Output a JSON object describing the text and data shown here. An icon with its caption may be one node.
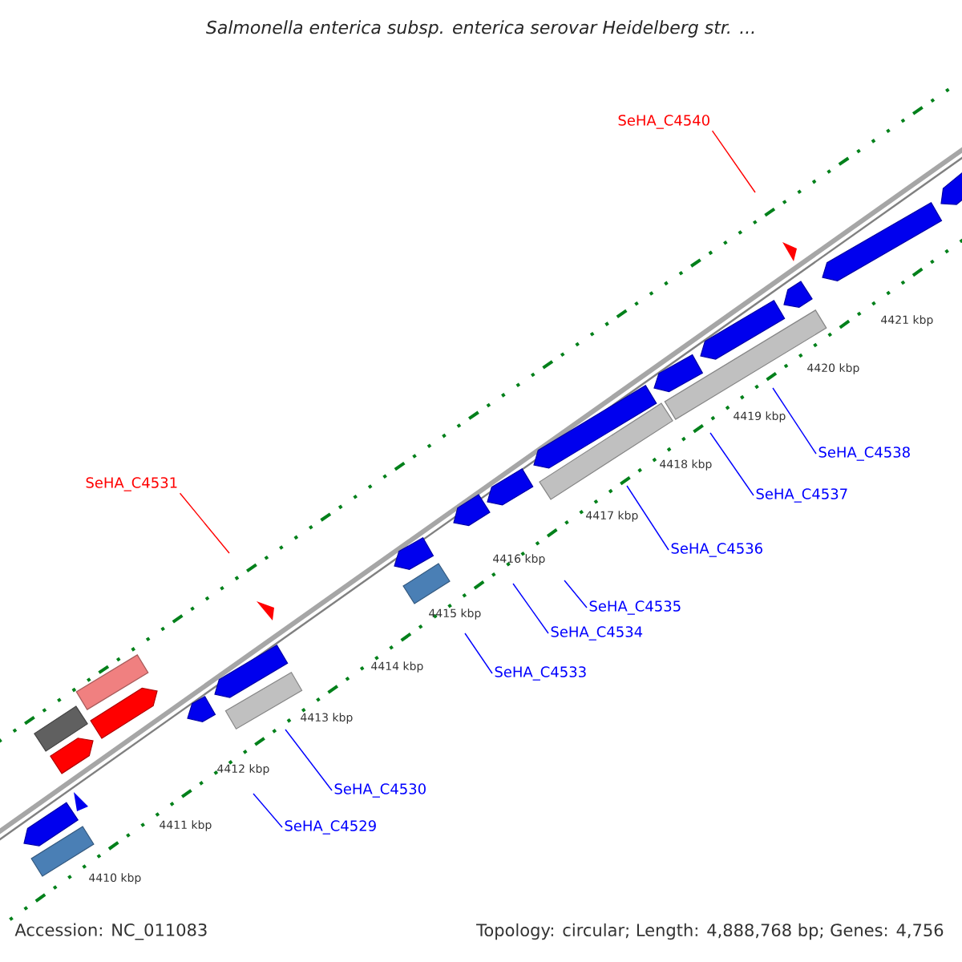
{
  "diagram": {
    "title": "Salmonella enterica subsp. enterica serovar Heidelberg str. ...",
    "nodes": [
      {
        "text": [
          "SeHA_C4540"
        ]
      },
      {
        "text": [
          "SeHA_C4531"
        ]
      },
      {
        "text": [
          "SeHA_C4538"
        ]
      },
      {
        "text": [
          "SeHA_C4537"
        ]
      },
      {
        "text": [
          "SeHA_C4536"
        ]
      },
      {
        "text": [
          "SeHA_C4535"
        ]
      },
      {
        "text": [
          "SeHA_C4534"
        ]
      },
      {
        "text": [
          "SeHA_C4533"
        ]
      },
      {
        "text": [
          "SeHA_C4530"
        ]
      },
      {
        "text": [
          "SeHA_C4529"
        ]
      }
    ],
    "edges": [
      {
        "from": 0,
        "to": null,
        "arrow": "none",
        "color": "#ff0000"
      },
      {
        "from": 1,
        "to": null,
        "arrow": "none",
        "color": "#ff0000"
      },
      {
        "from": 2,
        "to": null,
        "arrow": "none"
      },
      {
        "from": 3,
        "to": null,
        "arrow": "none"
      },
      {
        "from": 4,
        "to": null,
        "arrow": "none"
      },
      {
        "from": 5,
        "to": null,
        "arrow": "none"
      },
      {
        "from": 6,
        "to": null,
        "arrow": "none"
      },
      {
        "from": 7,
        "to": null,
        "arrow": "none"
      },
      {
        "from": 8,
        "to": null,
        "arrow": "none"
      },
      {
        "from": 9,
        "to": null,
        "arrow": "none"
      }
    ],
    "labels": [
      "4421 kbp",
      "4420 kbp",
      "4419 kbp",
      "4418 kbp",
      "4417 kbp",
      "4416 kbp",
      "4415 kbp",
      "4414 kbp",
      "4413 kbp",
      "4412 kbp",
      "4411 kbp",
      "4410 kbp",
      "Accession: NC_011083",
      "Topology: circular; Length: 4,888,768 bp; Genes: 4,756"
    ]
  }
}
